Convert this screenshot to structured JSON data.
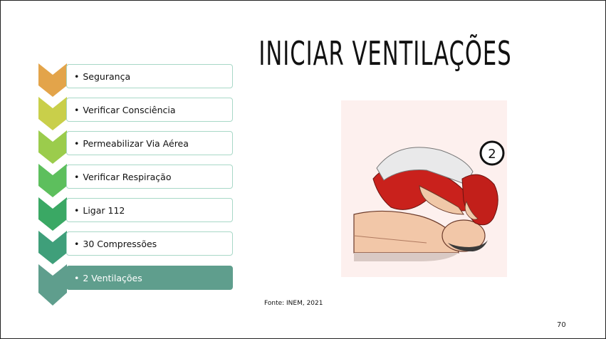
{
  "slide": {
    "title": "INICIAR VENTILAÇÕES",
    "steps": [
      {
        "label": "Segurança",
        "color": "#e3a44a"
      },
      {
        "label": "Verificar Consciência",
        "color": "#c9cf4a"
      },
      {
        "label": "Permeabilizar Via Aérea",
        "color": "#9bcc4c"
      },
      {
        "label": "Verificar Respiração",
        "color": "#5dbf5d"
      },
      {
        "label": "Ligar 112",
        "color": "#3aa864"
      },
      {
        "label": "30 Compressões",
        "color": "#3f9f7a"
      },
      {
        "label": "2 Ventilações",
        "color": "#5f9e8d",
        "active": true
      }
    ],
    "bullet_char": "•",
    "illustration_badge": "2",
    "source": "Fonte: INEM, 2021",
    "page_number": "70"
  }
}
